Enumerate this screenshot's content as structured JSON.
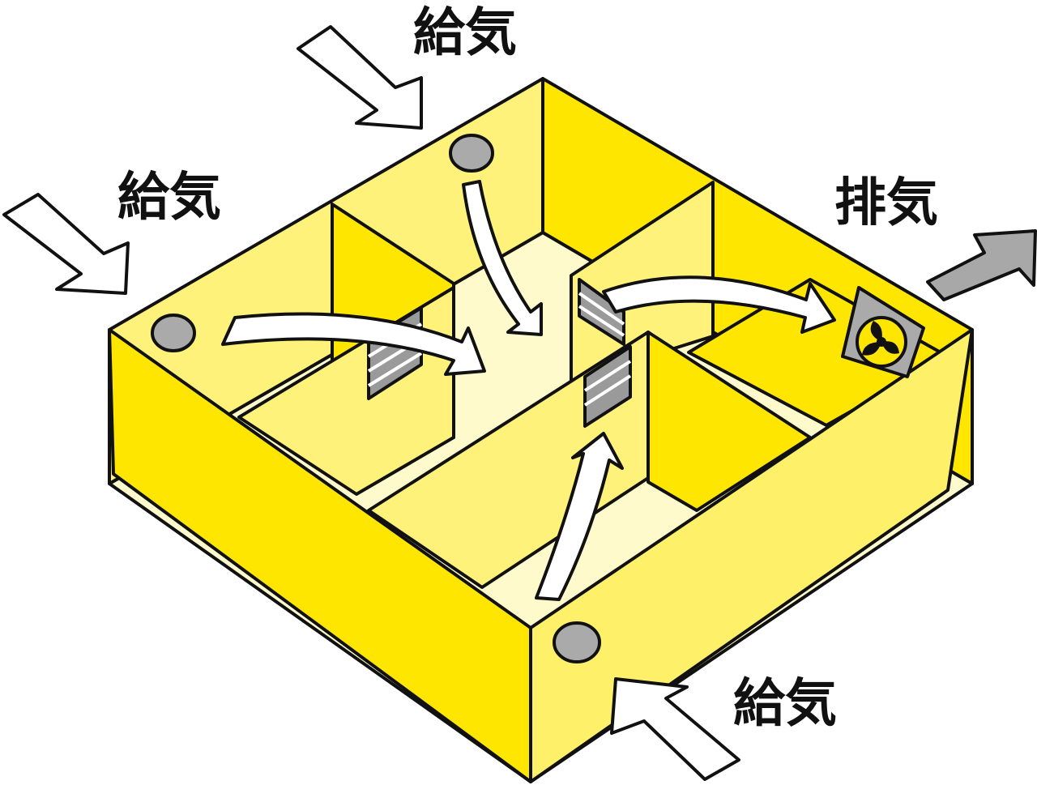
{
  "labels": {
    "supply_top": "給気",
    "supply_left": "給気",
    "supply_bottom": "給気",
    "exhaust": "排気"
  },
  "colors": {
    "wall_bright": "#ffe600",
    "wall_pale": "#fff27a",
    "floor": "#fffacc",
    "vent_gray": "#9a9a9a",
    "exhaust_arrow": "#a8a8a8",
    "outline": "#111111"
  }
}
